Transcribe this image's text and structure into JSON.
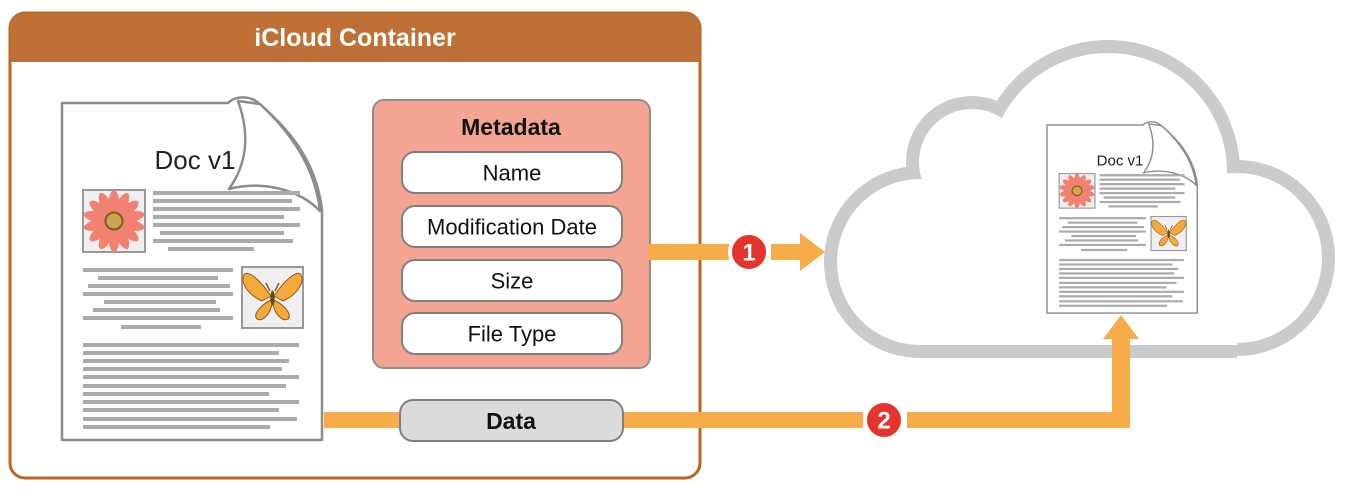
{
  "diagram": {
    "container": {
      "title": "iCloud Container"
    },
    "document": {
      "title": "Doc v1"
    },
    "metadata": {
      "title": "Metadata",
      "items": [
        "Name",
        "Modification Date",
        "Size",
        "File Type"
      ]
    },
    "data_pipe": {
      "label": "Data"
    },
    "steps": [
      {
        "number": "1"
      },
      {
        "number": "2"
      }
    ],
    "cloud_document": {
      "title": "Doc v1"
    },
    "colors": {
      "container_brown": "#BF7036",
      "container_border": "#B7671F",
      "metadata_fill": "#F3A493",
      "arrow_orange": "#F8AC49",
      "badge_red": "#E4342C",
      "cloud_gray": "#CBCBCD",
      "line_gray": "#ABABAB",
      "data_fill": "#DBDBDB",
      "doc_border": "#8C8C8C"
    }
  }
}
